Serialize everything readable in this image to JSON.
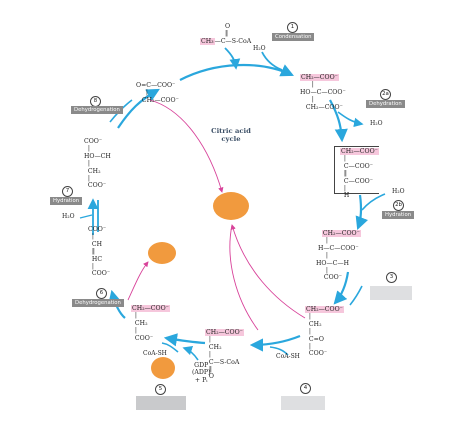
{
  "diagram": {
    "cycle_title": "Citric acid\ncycle",
    "steps": [
      {
        "num": "1",
        "label": "Condensation"
      },
      {
        "num": "2a",
        "label": "Dehydration"
      },
      {
        "num": "2b",
        "label": "Hydration"
      },
      {
        "num": "3",
        "label": ""
      },
      {
        "num": "4",
        "label": ""
      },
      {
        "num": "5",
        "label": ""
      },
      {
        "num": "6",
        "label": "Dehydrogenation"
      },
      {
        "num": "7",
        "label": "Hydration"
      },
      {
        "num": "8",
        "label": "Dehydrogenation"
      }
    ],
    "molecules": {
      "acetyl_coa_top": "O\n‖",
      "acetyl_coa_ch3": "CH₃",
      "acetyl_coa_rest": "—C—S-CoA",
      "oxaloacetate": "O=C—COO⁻\n     |\n   CH₂—COO⁻",
      "citrate_hl": "CH₂—COO⁻",
      "citrate_rest": "      |\nHO—C—COO⁻\n      |\n   CH₂—COO⁻",
      "cis_aconitate_hl": "CH₂—COO⁻",
      "cis_aconitate_rest": "  |\n  C—COO⁻\n  ‖\n  C—COO⁻\n  |\n  H",
      "isocitrate_hl": "CH₂—COO⁻",
      "isocitrate_rest": "     |\n H—C—COO⁻\n     |\nHO—C—H\n     |\n    COO⁻",
      "alpha_kg_hl": "CH₂—COO⁻",
      "alpha_kg_rest": "  |\n  CH₂\n  |\n  C=O\n  |\n  COO⁻",
      "succinyl_coa_hl": "CH₂—COO⁻",
      "succinyl_coa_rest": "  |\n  CH₂\n  |\n  C—S-CoA\n  ‖\n  O",
      "succinate_hl": "CH₂—COO⁻",
      "succinate_rest": "  |\n  CH₂\n  |\n  COO⁻",
      "fumarate": "COO⁻\n  |\n  CH\n  ‖\n  HC\n  |\n  COO⁻",
      "malate": "COO⁻\n  |\nHO—CH\n  |\n  CH₂\n  |\n  COO⁻"
    },
    "reagents": {
      "h2o_1": "H₂O",
      "h2o_2a": "H₂O",
      "h2o_2b": "H₂O",
      "h2o_7": "H₂O",
      "coash_4": "CoA-SH",
      "coash_5": "CoA-SH",
      "gdp": "GDP\n(ADP)\n+ Pᵢ"
    },
    "colors": {
      "arrow": "#2aa7dd",
      "magenta": "#d8439a",
      "dot": "#f19a3e",
      "label_bg": "#8a8a8a",
      "highlight": "#f6c7dc"
    }
  }
}
